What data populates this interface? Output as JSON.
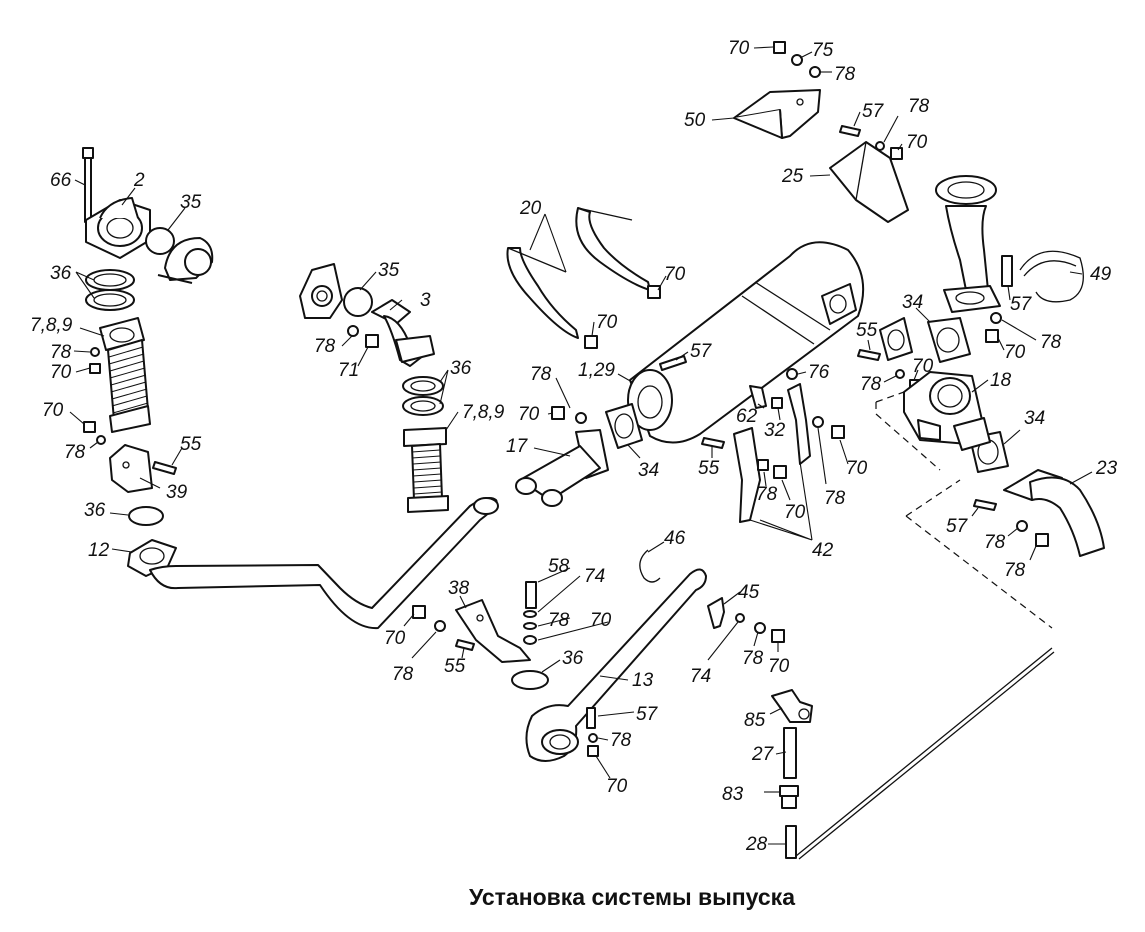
{
  "caption": "Установка системы выпуска",
  "labels": {
    "p66": "66",
    "p2": "2",
    "p35a": "35",
    "p36a": "36",
    "p789a": "7,8,9",
    "p78a": "78",
    "p70a": "70",
    "p70b": "70",
    "p78b": "78",
    "p55a": "55",
    "p39": "39",
    "p36b": "36",
    "p12": "12",
    "p35b": "35",
    "p3": "3",
    "p78c": "78",
    "p71": "71",
    "p36c": "36",
    "p789b": "7,8,9",
    "p20": "20",
    "p70c": "70",
    "p70d": "70",
    "p57a": "57",
    "p129": "1,29",
    "p78d": "78",
    "p70e": "70",
    "p17": "17",
    "p34a": "34",
    "p70f": "70",
    "p75": "75",
    "p78e": "78",
    "p50": "50",
    "p57b": "57",
    "p78f": "78",
    "p70g": "70",
    "p25": "25",
    "p49": "49",
    "p57c": "57",
    "p78g": "78",
    "p70h": "70",
    "p34b": "34",
    "p55b": "55",
    "p78h": "78",
    "p70i": "70",
    "p18": "18",
    "p76": "76",
    "p62": "62",
    "p32": "32",
    "p55c": "55",
    "p78i": "78",
    "p70j": "70",
    "p78j": "78",
    "p70k": "70",
    "p34c": "34",
    "p23": "23",
    "p57d": "57",
    "p78k": "78",
    "p78l": "78",
    "p42": "42",
    "p70l": "70",
    "p78m": "78",
    "p55d": "55",
    "p38": "38",
    "p58": "58",
    "p74a": "74",
    "p78n": "78",
    "p70m": "70",
    "p36d": "36",
    "p46": "46",
    "p13": "13",
    "p57e": "57",
    "p78o": "78",
    "p70n": "70",
    "p45": "45",
    "p74b": "74",
    "p78p": "78",
    "p70o": "70",
    "p85": "85",
    "p27": "27",
    "p83": "83",
    "p28": "28"
  }
}
